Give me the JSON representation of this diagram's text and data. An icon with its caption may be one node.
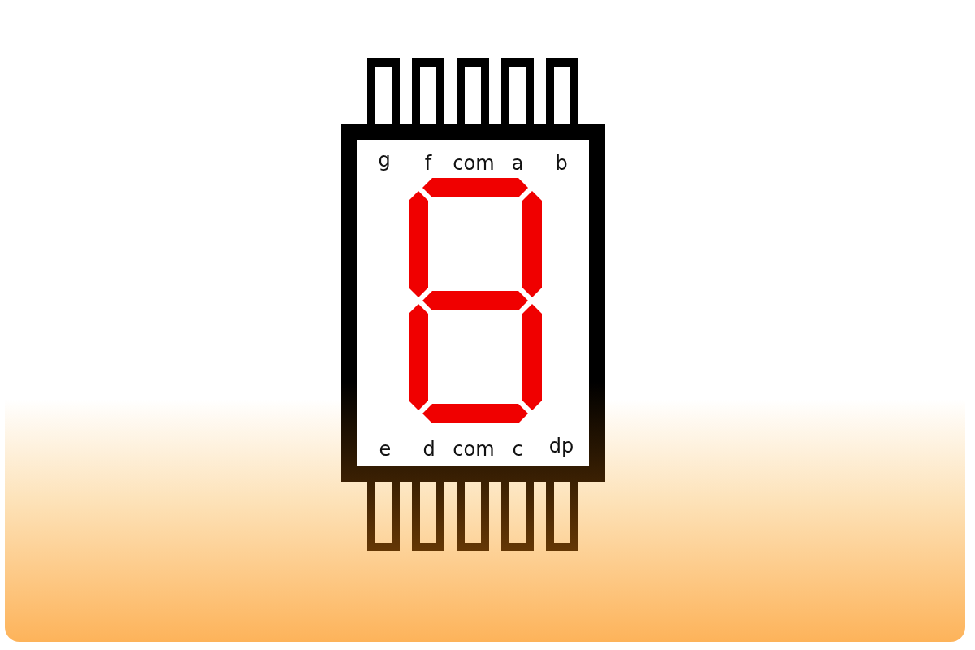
{
  "diagram": {
    "labels": [
      "g",
      "f",
      "com",
      "a",
      "b",
      "e",
      "d",
      "com",
      "c",
      "dp"
    ]
  }
}
